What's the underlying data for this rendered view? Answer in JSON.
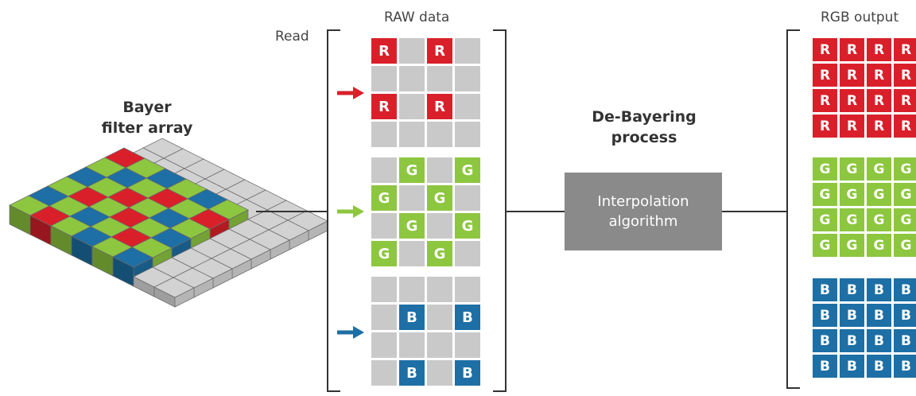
{
  "labels": {
    "bayer_line1": "Bayer",
    "bayer_line2": "filter array",
    "read": "Read",
    "raw_data": "RAW data",
    "debayer_line1": "De-Bayering",
    "debayer_line2": "process",
    "interp_line1": "Interpolation",
    "interp_line2": "algorithm",
    "rgb_output": "RGB output"
  },
  "raw": {
    "red": [
      [
        "R",
        "",
        "R",
        ""
      ],
      [
        "",
        "",
        "",
        ""
      ],
      [
        "R",
        "",
        "R",
        ""
      ],
      [
        "",
        "",
        "",
        ""
      ]
    ],
    "green": [
      [
        "",
        "G",
        "",
        "G"
      ],
      [
        "G",
        "",
        "G",
        ""
      ],
      [
        "",
        "G",
        "",
        "G"
      ],
      [
        "G",
        "",
        "G",
        ""
      ]
    ],
    "blue": [
      [
        "",
        "",
        "",
        ""
      ],
      [
        "",
        "B",
        "",
        "B"
      ],
      [
        "",
        "",
        "",
        ""
      ],
      [
        "",
        "B",
        "",
        "B"
      ]
    ]
  },
  "rgb": {
    "red": [
      [
        "R",
        "R",
        "R",
        "R"
      ],
      [
        "R",
        "R",
        "R",
        "R"
      ],
      [
        "R",
        "R",
        "R",
        "R"
      ],
      [
        "R",
        "R",
        "R",
        "R"
      ]
    ],
    "green": [
      [
        "G",
        "G",
        "G",
        "G"
      ],
      [
        "G",
        "G",
        "G",
        "G"
      ],
      [
        "G",
        "G",
        "G",
        "G"
      ],
      [
        "G",
        "G",
        "G",
        "G"
      ]
    ],
    "blue": [
      [
        "B",
        "B",
        "B",
        "B"
      ],
      [
        "B",
        "B",
        "B",
        "B"
      ],
      [
        "B",
        "B",
        "B",
        "B"
      ],
      [
        "B",
        "B",
        "B",
        "B"
      ]
    ]
  },
  "colors": {
    "red": "#d9202a",
    "green": "#8dc63f",
    "blue": "#1d6fa5",
    "empty": "#c9c9c9",
    "box": "#8a8a8a"
  },
  "bayer_array": {
    "rows": [
      [
        "G",
        "B",
        "G",
        "B",
        "G",
        "R"
      ],
      [
        "R",
        "G",
        "R",
        "G",
        "B",
        "G"
      ],
      [
        "G",
        "B",
        "G",
        "R",
        "G",
        "B"
      ],
      [
        "B",
        "G",
        "R",
        "G",
        "R",
        "G"
      ],
      [
        "G",
        "R",
        "G",
        "B",
        "G",
        "B"
      ],
      [
        "B",
        "G",
        "B",
        "G",
        "R",
        "G"
      ]
    ]
  }
}
